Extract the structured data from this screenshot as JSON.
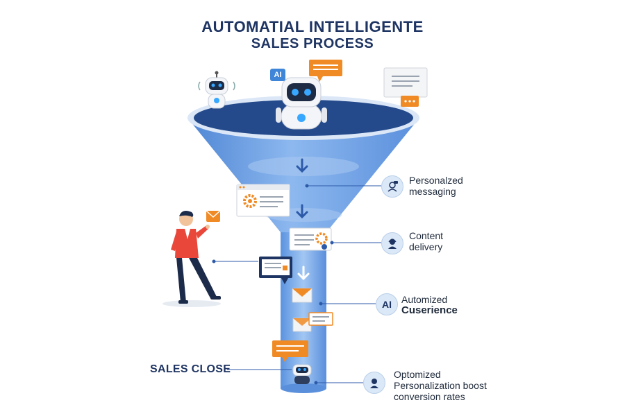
{
  "title": {
    "line1": "AUTOMATIAL INTELLIGENTE",
    "line2": "SALES PROCESS"
  },
  "ai_tag": "AI",
  "stages": [
    {
      "line1": "Personalzed",
      "line2": "messaging",
      "icon": "person-chat-icon"
    },
    {
      "line1": "Content",
      "line2": "delivery",
      "icon": "headset-person-icon"
    },
    {
      "line1": "Automized",
      "line2": "Cuserience",
      "icon": "ai-badge",
      "badge_text": "AI"
    },
    {
      "line1": "Optomized",
      "line2": "Personalization boost",
      "line3": "conversion rates",
      "icon": "person-avatar-icon"
    }
  ],
  "sales_close": "SALES CLOSE",
  "colors": {
    "title": "#1e3462",
    "funnel": "#6ea2e6",
    "funnel_dark": "#2d5aa8",
    "accent": "#f08a24",
    "badge": "#dbe8f7"
  }
}
